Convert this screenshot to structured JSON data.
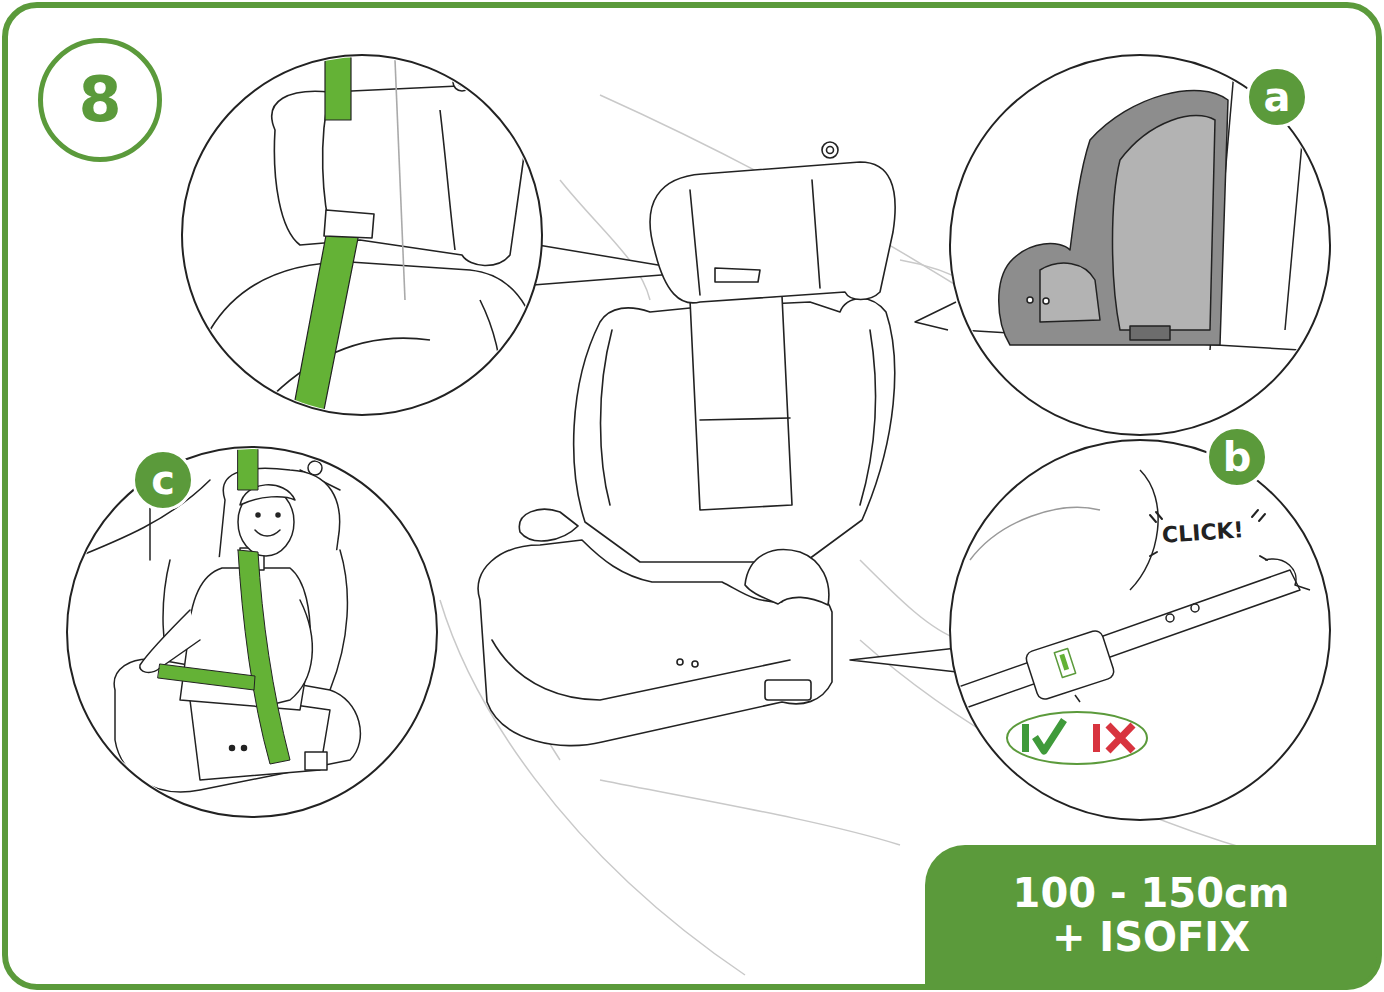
{
  "diagram": {
    "nodes": [
      {
        "text": [
          "8"
        ]
      },
      {
        "text": [
          "a"
        ]
      },
      {
        "text": [
          "b"
        ]
      },
      {
        "text": [
          "c"
        ]
      },
      {
        "text": [
          "100 - 150cm",
          "+ ISOFIX"
        ]
      }
    ],
    "labels": [
      "CLICK!"
    ]
  }
}
